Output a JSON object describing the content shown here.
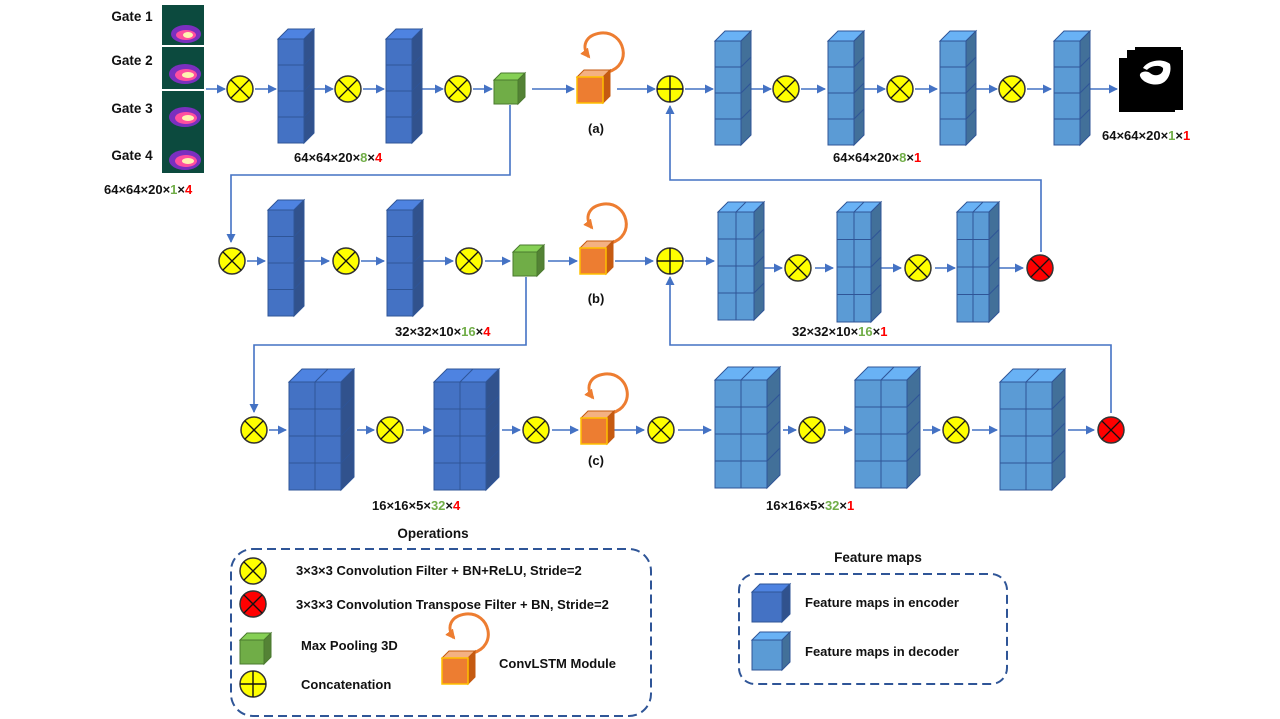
{
  "gates": [
    "Gate 1",
    "Gate 2",
    "Gate 3",
    "Gate 4"
  ],
  "dims": {
    "input": {
      "base": "64×64×20×",
      "green": "1",
      "mid": "×",
      "red": "4"
    },
    "enc1": {
      "base": "64×64×20×",
      "green": "8",
      "mid": "×",
      "red": "4"
    },
    "dec1": {
      "base": "64×64×20×",
      "green": "8",
      "mid": "×",
      "red": "1"
    },
    "out": {
      "base": "64×64×20×",
      "green": "1",
      "mid": "×",
      "red": "1"
    },
    "enc2": {
      "base": "32×32×10×",
      "green": "16",
      "mid": "×",
      "red": "4"
    },
    "dec2": {
      "base": "32×32×10×",
      "green": "16",
      "mid": "×",
      "red": "1"
    },
    "enc3": {
      "base": "16×16×5×",
      "green": "32",
      "mid": "×",
      "red": "4"
    },
    "dec3": {
      "base": "16×16×5×",
      "green": "32",
      "mid": "×",
      "red": "1"
    }
  },
  "stage_labels": {
    "a": "(a)",
    "b": "(b)",
    "c": "(c)"
  },
  "legend_ops": {
    "title": "Operations",
    "conv": "3×3×3 Convolution Filter + BN+ReLU, Stride=2",
    "conv_t": "3×3×3 Convolution Transpose Filter + BN, Stride=2",
    "pool": "Max Pooling 3D",
    "concat": "Concatenation",
    "convlstm": "ConvLSTM Module"
  },
  "legend_fm": {
    "title": "Feature maps",
    "encoder": "Feature maps in encoder",
    "decoder": "Feature maps in decoder"
  },
  "colors": {
    "encoder": "#4472c4",
    "decoder": "#5b9bd5",
    "conv_op": "#ffff00",
    "convt_op": "#ff0000",
    "pool": "#70ad47",
    "convlstm": "#ed7d31",
    "arrow": "#4472c4",
    "dim_green": "#70ad47",
    "dim_red": "#ff0000"
  }
}
